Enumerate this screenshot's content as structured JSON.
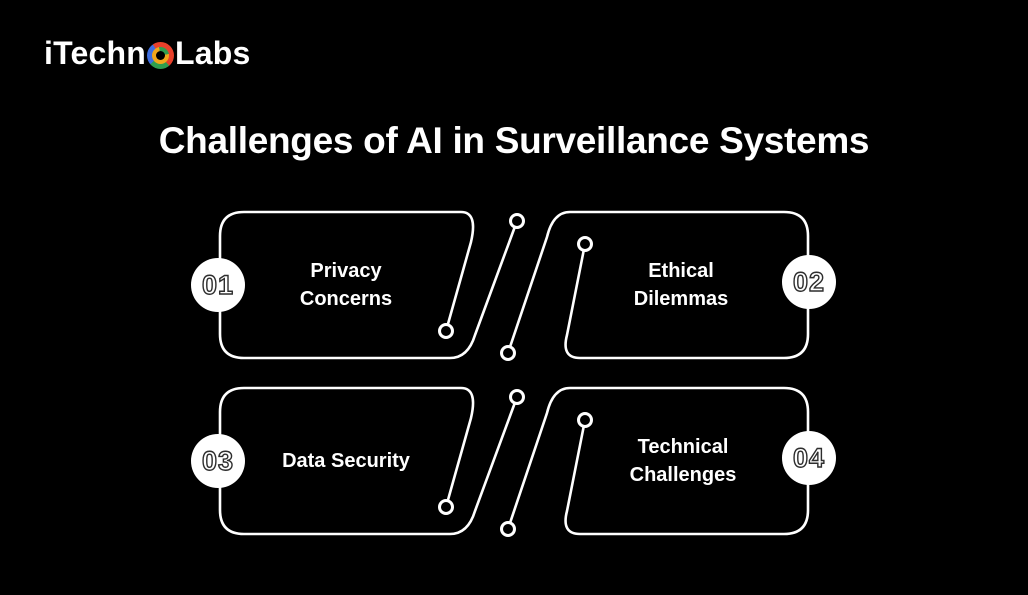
{
  "logo": {
    "prefix": "iTechn",
    "suffix": "Labs",
    "o_icon": "multicolor-ring",
    "colors": {
      "red": "#e8402a",
      "green": "#2f9e4f",
      "blue": "#3f6fe0",
      "yellow": "#f2a71b"
    }
  },
  "title": "Challenges of AI in Surveillance Systems",
  "colors": {
    "background": "#000000",
    "line": "#ffffff",
    "text": "#ffffff",
    "badge_fill": "#ffffff",
    "badge_digit_outline": "#2e2e2e"
  },
  "cards": [
    {
      "number": "01",
      "title": "Privacy Concerns",
      "position": "top-left"
    },
    {
      "number": "02",
      "title": "Ethical Dilemmas",
      "position": "top-right"
    },
    {
      "number": "03",
      "title": "Data Security",
      "position": "bottom-left"
    },
    {
      "number": "04",
      "title": "Technical Challenges",
      "position": "bottom-right"
    }
  ]
}
